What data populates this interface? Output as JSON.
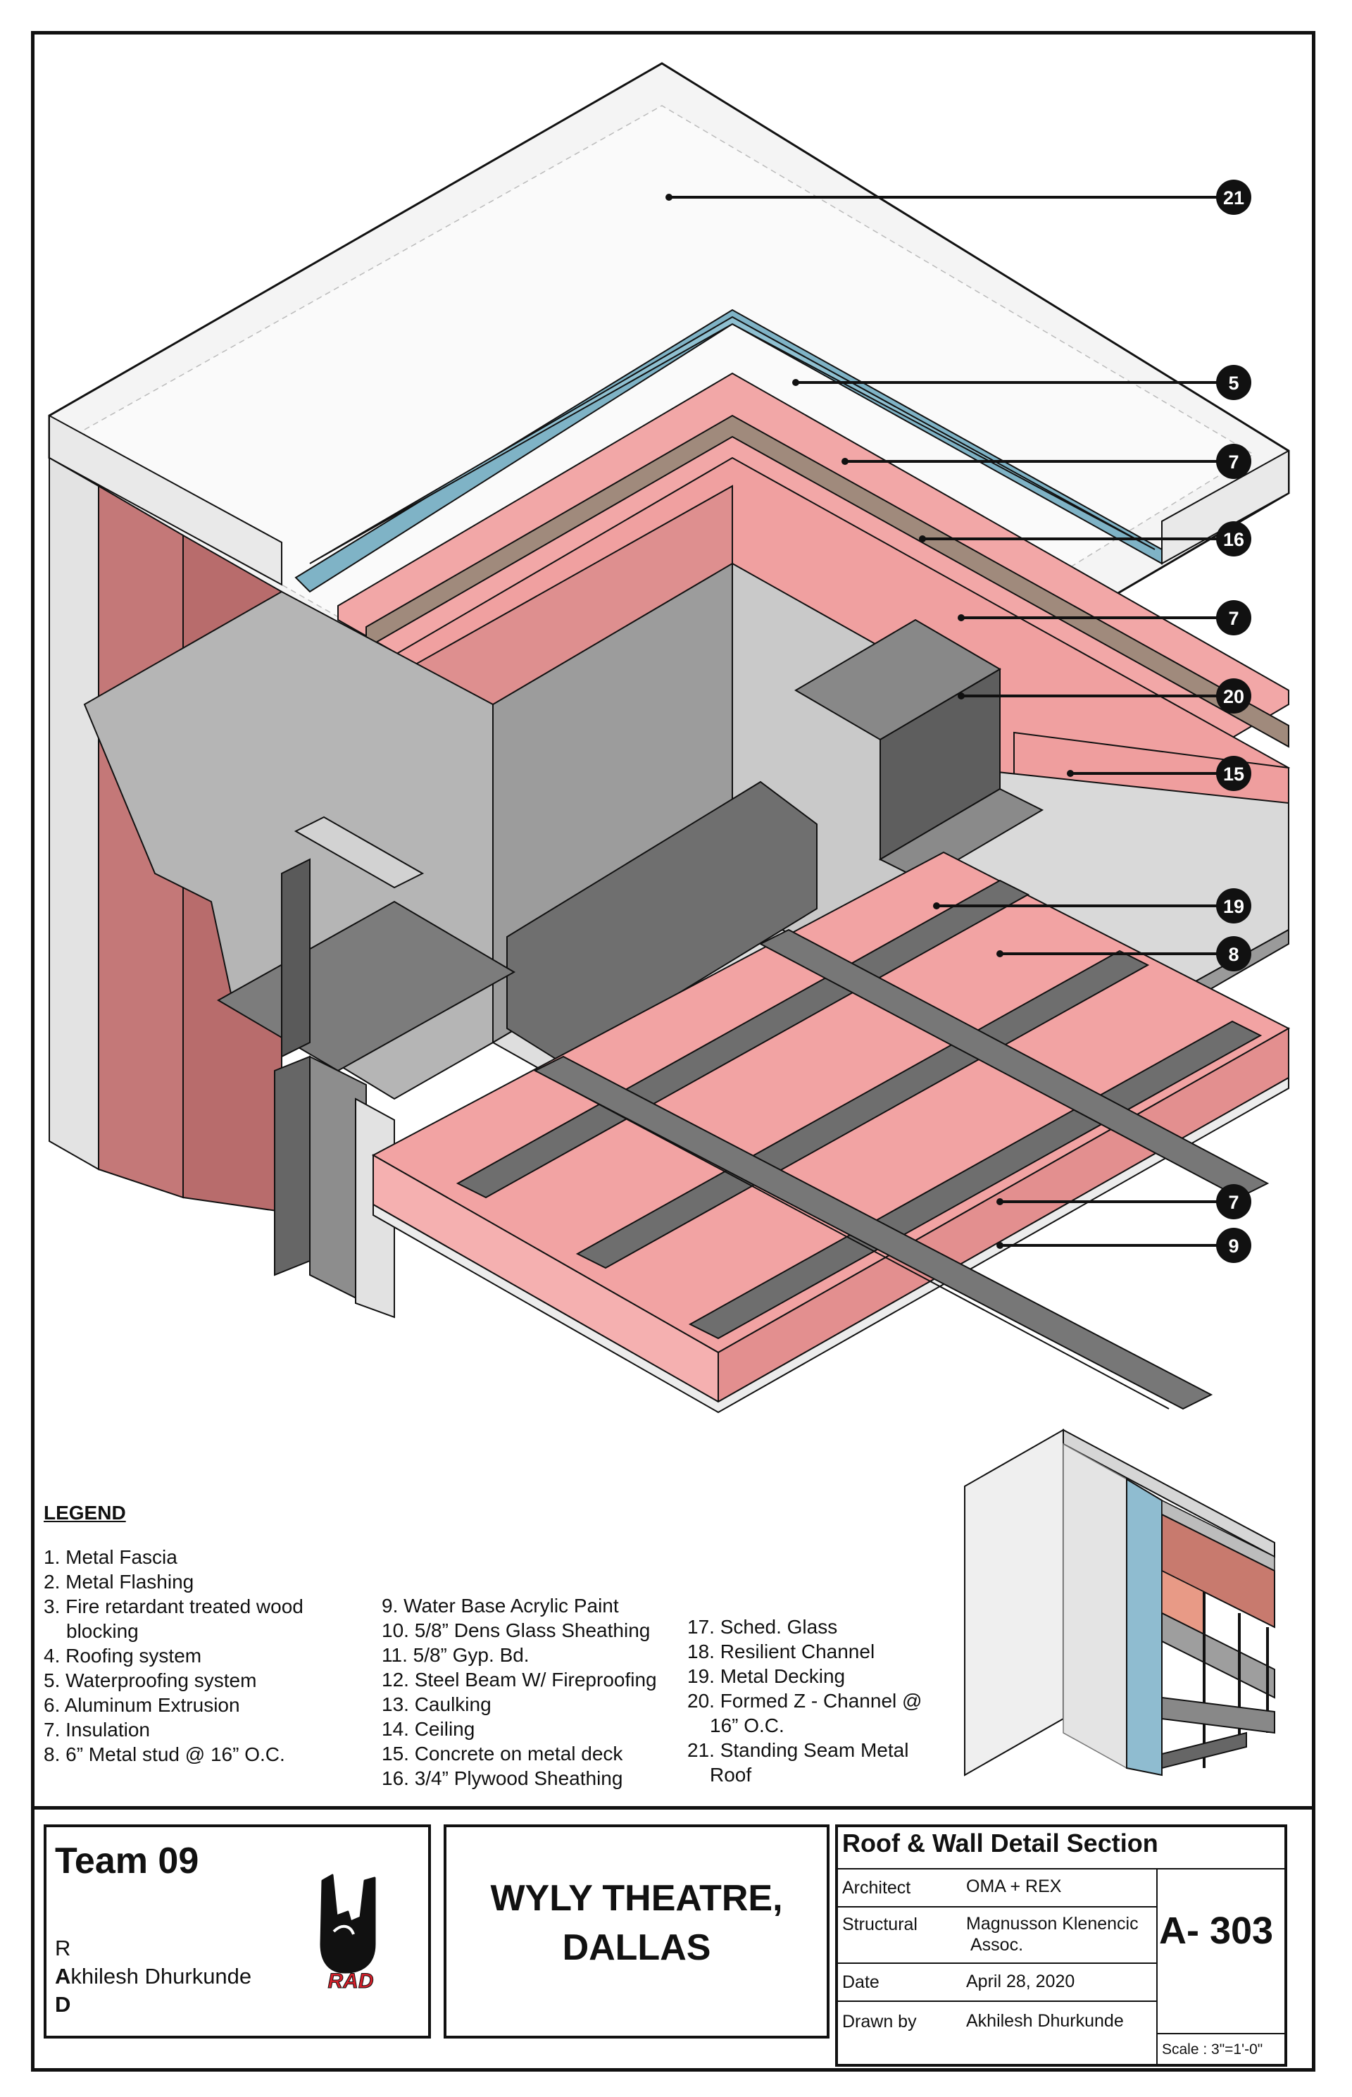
{
  "callouts": [
    "21",
    "5",
    "7",
    "16",
    "7",
    "20",
    "15",
    "19",
    "8",
    "7",
    "9"
  ],
  "legend": {
    "title": "LEGEND",
    "col1": [
      "1. Metal Fascia",
      "2. Metal Flashing",
      "3. Fire retardant treated wood blocking",
      "4. Roofing system",
      "5. Waterproofing system",
      "6. Aluminum Extrusion",
      "7. Insulation",
      "8. 6” Metal stud @ 16” O.C."
    ],
    "col2": [
      "9. Water Base Acrylic Paint",
      "10. 5/8” Dens Glass Sheathing",
      "11. 5/8” Gyp. Bd.",
      "12. Steel Beam W/ Fireproofing",
      "13. Caulking",
      "14. Ceiling",
      "15. Concrete on metal deck",
      "16. 3/4” Plywood Sheathing"
    ],
    "col3": [
      "17. Sched. Glass",
      "18. Resilient Channel",
      "19. Metal Decking",
      "20. Formed Z - Channel @ 16” O.C.",
      "21. Standing Seam Metal Roof"
    ]
  },
  "title_block": {
    "team": "Team 09",
    "member_r": "R",
    "member_a_initial": "A",
    "member_a_rest": "khilesh Dhurkunde",
    "member_d": "D",
    "logo_text": "RAD",
    "project_line1": "WYLY THEATRE,",
    "project_line2": "DALLAS",
    "sheet_title": "Roof & Wall Detail Section",
    "architect_label": "Architect",
    "architect_value": "OMA + REX",
    "structural_label": "Structural",
    "structural_value_1": "Magnusson Klenencic",
    "structural_value_2": "Assoc.",
    "date_label": "Date",
    "date_value": "April 28, 2020",
    "drawn_label": "Drawn by",
    "drawn_value": "Akhilesh Dhurkunde",
    "sheet_number": "A- 303",
    "scale": "Scale : 3\"=1'-0\""
  },
  "colors": {
    "insulation_pink": "#ef9e9e",
    "insulation_dark": "#c86e6e",
    "waterproofing_blue": "#7fb3c6",
    "plywood_brown": "#a08a7c",
    "steel_gray": "#7a7a7a",
    "concrete_light": "#e6e6e6",
    "line": "#111111"
  }
}
